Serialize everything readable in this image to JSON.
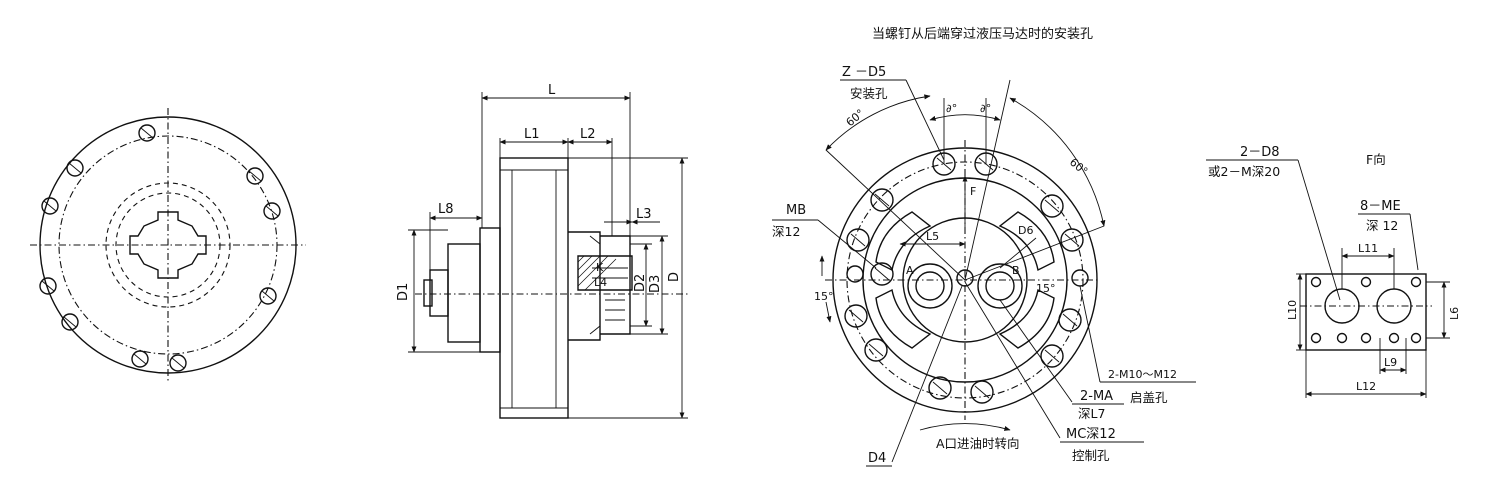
{
  "title": "当螺钉从后端穿过液压马达时的安装孔",
  "side_view": {
    "L": "L",
    "L1": "L1",
    "L2": "L2",
    "L3": "L3",
    "L8": "L8",
    "D": "D",
    "D1": "D1",
    "D2": "D2",
    "D3": "D3",
    "K": "K",
    "L4": "L4"
  },
  "rear_view": {
    "z_d5": "Z －D5",
    "z_d5_note": "安装孔",
    "angle_60a": "60°",
    "angle_60b": "60°",
    "alpha_a": "∂°",
    "alpha_b": "∂°",
    "F": "F",
    "mb": "MB",
    "mb_depth": "深12",
    "L5": "L5",
    "D6": "D6",
    "A": "A",
    "B": "B",
    "angle_15a": "15°",
    "angle_15b": "15°",
    "m10": "2-M10～M12",
    "m10_note": "启盖孔",
    "ma": "2-MA",
    "ma_depth": "深L7",
    "mc": "MC深12",
    "mc_note": "控制孔",
    "D4": "D4",
    "rotation_note": "A口进油时转向"
  },
  "f_view": {
    "title": "F向",
    "d8": "2－D8",
    "d8_alt": "或2－M深20",
    "me": "8－ME",
    "me_depth": "深 12",
    "L6": "L6",
    "L9": "L9",
    "L10": "L10",
    "L11": "L11",
    "L12": "L12"
  }
}
